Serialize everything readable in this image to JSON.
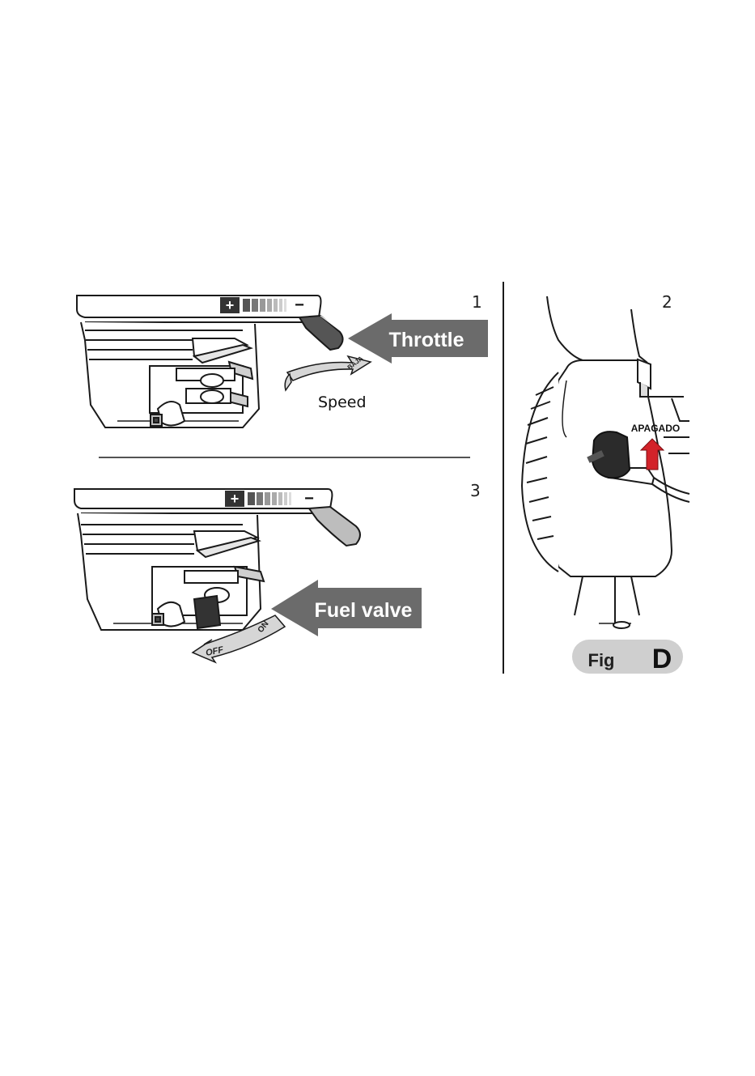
{
  "panels": {
    "p1": {
      "number": "1",
      "arrow_label": "Throttle",
      "dial_text": "BAJA",
      "caption": "Speed"
    },
    "p2": {
      "number": "2",
      "tag": "APAGADO"
    },
    "p3": {
      "number": "3",
      "arrow_label": "Fuel valve",
      "off": "OFF",
      "on": "ON"
    }
  },
  "figure": {
    "prefix": "Fig",
    "letter": "D"
  },
  "scale": {
    "plus": "+",
    "minus": "−"
  },
  "colors": {
    "arrow": "#6b6b6b",
    "red": "#d3232a",
    "badge": "#cfcfcf",
    "line": "#1a1a1a"
  }
}
